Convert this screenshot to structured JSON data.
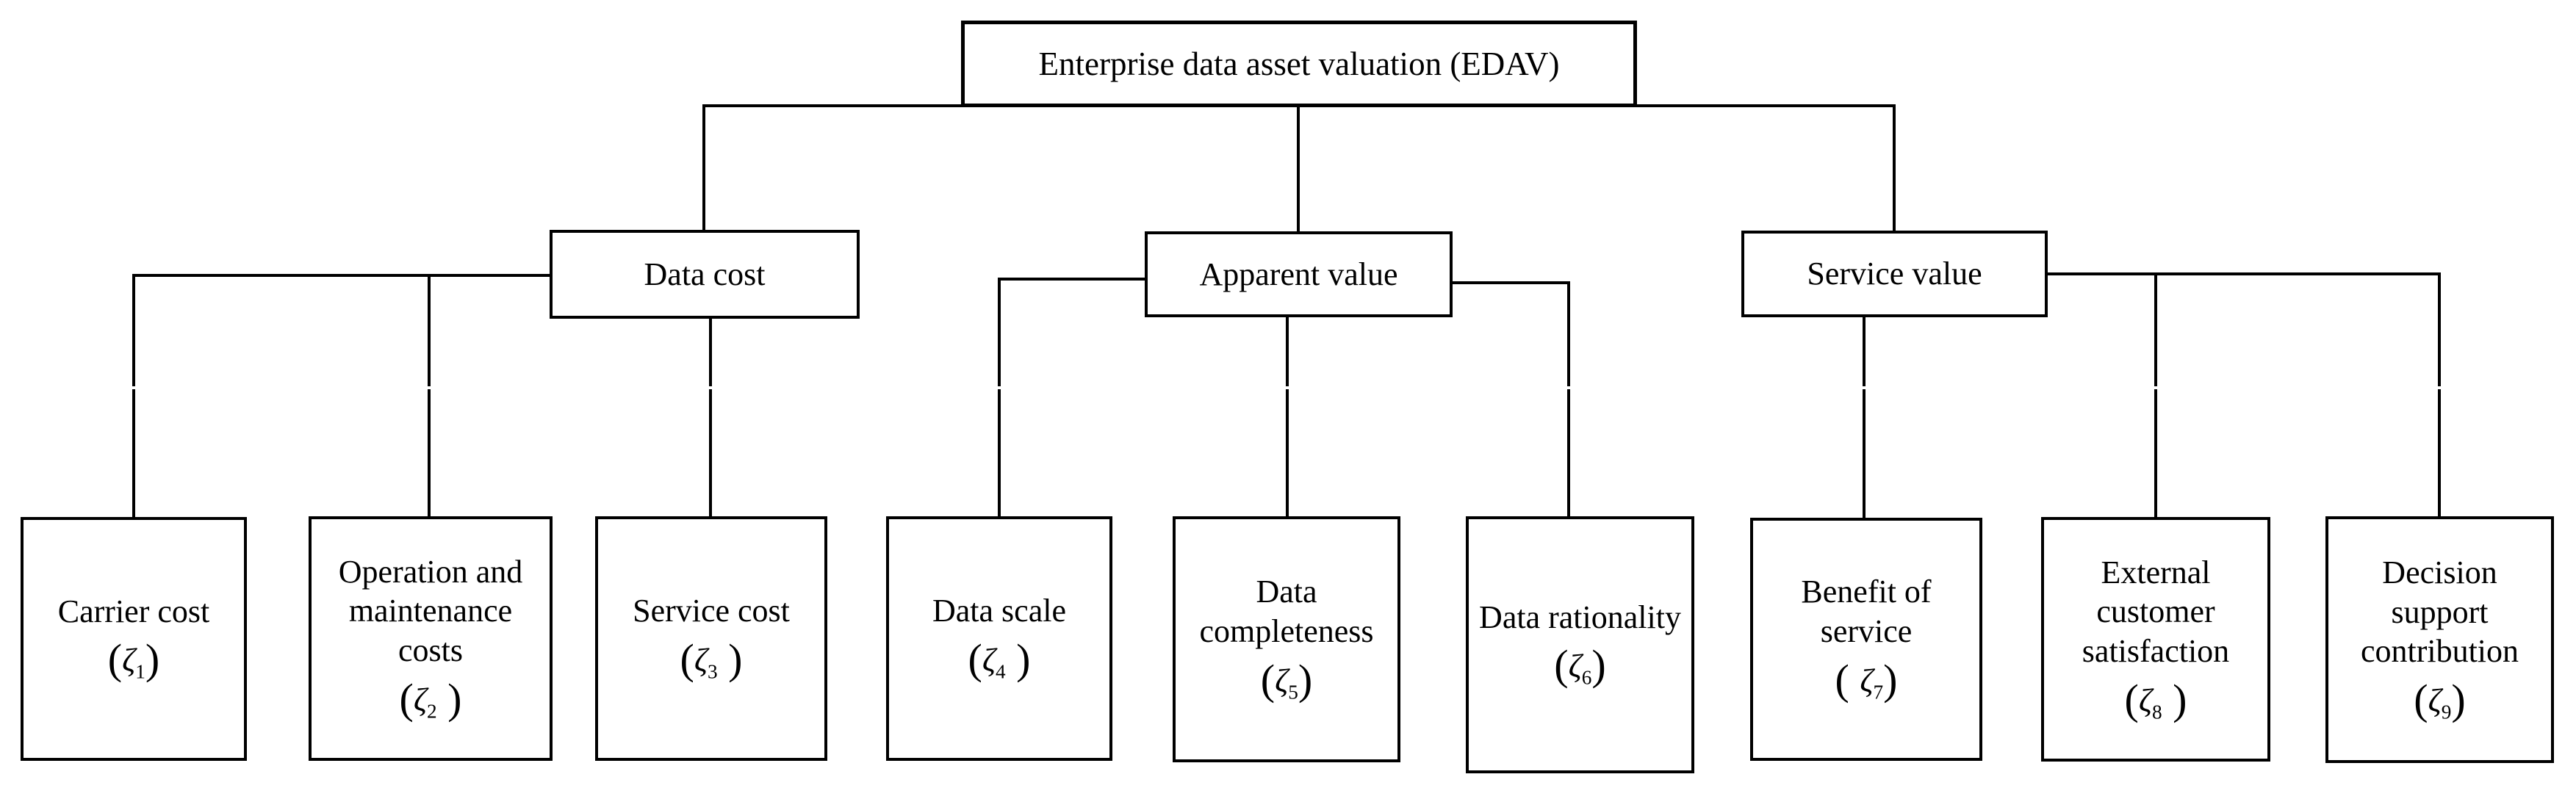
{
  "figure": {
    "type": "hierarchy-tree",
    "background": "#ffffff",
    "line_color": "#000000",
    "text_color": "#000000",
    "box_fill": "#ffffff",
    "root": {
      "label": "Enterprise data asset valuation (EDAV)"
    },
    "branches": [
      {
        "label": "Data cost",
        "children": [
          {
            "label": "Carrier cost",
            "symbol": {
              "open": "(",
              "zeta": "ζ",
              "sub": "1",
              "close": ")"
            }
          },
          {
            "label": "Operation and maintenance costs",
            "symbol": {
              "open": "(",
              "zeta": "ζ",
              "sub": "2",
              "close": " )"
            }
          },
          {
            "label": "Service cost",
            "symbol": {
              "open": "(",
              "zeta": "ζ",
              "sub": "3",
              "close": " )"
            }
          }
        ]
      },
      {
        "label": "Apparent value",
        "children": [
          {
            "label": "Data scale",
            "symbol": {
              "open": "(",
              "zeta": "ζ",
              "sub": "4",
              "close": " )"
            }
          },
          {
            "label": "Data completeness",
            "symbol": {
              "open": "(",
              "zeta": "ζ",
              "sub": "5",
              "close": ")"
            }
          },
          {
            "label": "Data rationality",
            "symbol": {
              "open": "(",
              "zeta": "ζ",
              "sub": "6",
              "close": ")"
            }
          }
        ]
      },
      {
        "label": "Service value",
        "children": [
          {
            "label": "Benefit of service",
            "symbol": {
              "open": "( ",
              "zeta": "ζ",
              "sub": "7",
              "close": ")"
            }
          },
          {
            "label": "External customer satisfaction",
            "symbol": {
              "open": "(",
              "zeta": "ζ",
              "sub": "8",
              "close": " )"
            }
          },
          {
            "label": "Decision support contribution",
            "symbol": {
              "open": "(",
              "zeta": "ζ",
              "sub": "9",
              "close": ")"
            }
          }
        ]
      }
    ]
  }
}
